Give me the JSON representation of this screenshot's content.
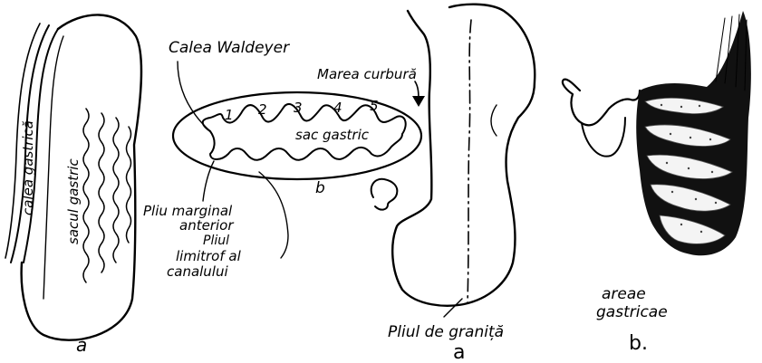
{
  "panel_left": {
    "label_gastric_way": "calea gastrică",
    "label_gastric_sac": "sacul gastric",
    "caption": "a"
  },
  "panel_cross_section": {
    "label_waldeyer": "Calea Waldeyer",
    "label_greater_curvature": "Marea curbură",
    "label_gastric_sac": "sac gastric",
    "fold_numbers": [
      "1",
      "2",
      "3",
      "4",
      "5"
    ],
    "caption": "b",
    "label_anterior_fold": "Pliu marginal anterior",
    "label_anterior_fold_line1": "Pliu marginal",
    "label_anterior_fold_line2": "anterior",
    "label_canal_fold_line1": "Pliul",
    "label_canal_fold_line2": "limitrof al",
    "label_canal_fold_line3": "canalului"
  },
  "panel_stomach": {
    "label_border_fold": "Pliul de graniță",
    "caption": "a"
  },
  "panel_areae": {
    "label_line1": "areae",
    "label_line2": "gastricae",
    "caption": "b."
  }
}
